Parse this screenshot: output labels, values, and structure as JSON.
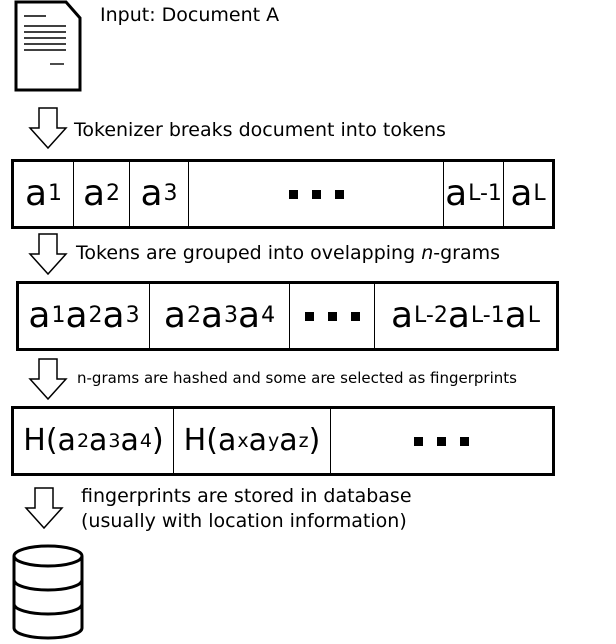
{
  "input": {
    "label": "Input: Document A"
  },
  "steps": [
    {
      "caption": "Tokenizer breaks document into tokens"
    },
    {
      "caption_before": "Tokens are grouped into ovelapping ",
      "caption_em": "n",
      "caption_after": "-grams"
    },
    {
      "caption": "n-grams are hashed and some are selected as fingerprints"
    },
    {
      "caption_line1": "fingerprints are stored in database",
      "caption_line2": "(usually with location information)"
    }
  ],
  "tokens": [
    {
      "base": "a",
      "sub": "1"
    },
    {
      "base": "a",
      "sub": "2"
    },
    {
      "base": "a",
      "sub": "3"
    },
    {
      "ellipsis": true
    },
    {
      "base": "a",
      "sub": "L-1"
    },
    {
      "base": "a",
      "sub": "L"
    }
  ],
  "ngrams": [
    {
      "terms": [
        {
          "base": "a",
          "sub": "1"
        },
        {
          "base": "a",
          "sub": "2"
        },
        {
          "base": "a",
          "sub": "3"
        }
      ]
    },
    {
      "terms": [
        {
          "base": "a",
          "sub": "2"
        },
        {
          "base": "a",
          "sub": "3"
        },
        {
          "base": "a",
          "sub": "4"
        }
      ]
    },
    {
      "ellipsis": true
    },
    {
      "terms": [
        {
          "base": "a",
          "sub": "L-2"
        },
        {
          "base": "a",
          "sub": "L-1"
        },
        {
          "base": "a",
          "sub": "L"
        }
      ]
    }
  ],
  "hashes": [
    {
      "func": "H",
      "terms": [
        {
          "base": "a",
          "sub": "2"
        },
        {
          "base": "a",
          "sub": "3"
        },
        {
          "base": "a",
          "sub": "4"
        }
      ]
    },
    {
      "func": "H",
      "terms": [
        {
          "base": "a",
          "sub": "x"
        },
        {
          "base": "a",
          "sub": "y"
        },
        {
          "base": "a",
          "sub": "z"
        }
      ]
    },
    {
      "ellipsis": true
    }
  ]
}
